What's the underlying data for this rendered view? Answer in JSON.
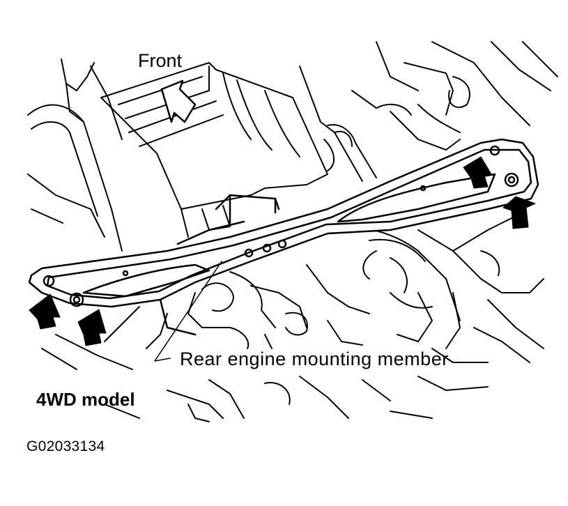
{
  "diagram": {
    "front_label": "Front",
    "member_label": "Rear engine mounting member",
    "model_label": "4WD model",
    "figure_code": "G02033134",
    "ink_color": "#000000",
    "paper_color": "#ffffff",
    "icons": [
      "front-direction-arrow-icon",
      "bolt-location-arrow-icon"
    ]
  }
}
